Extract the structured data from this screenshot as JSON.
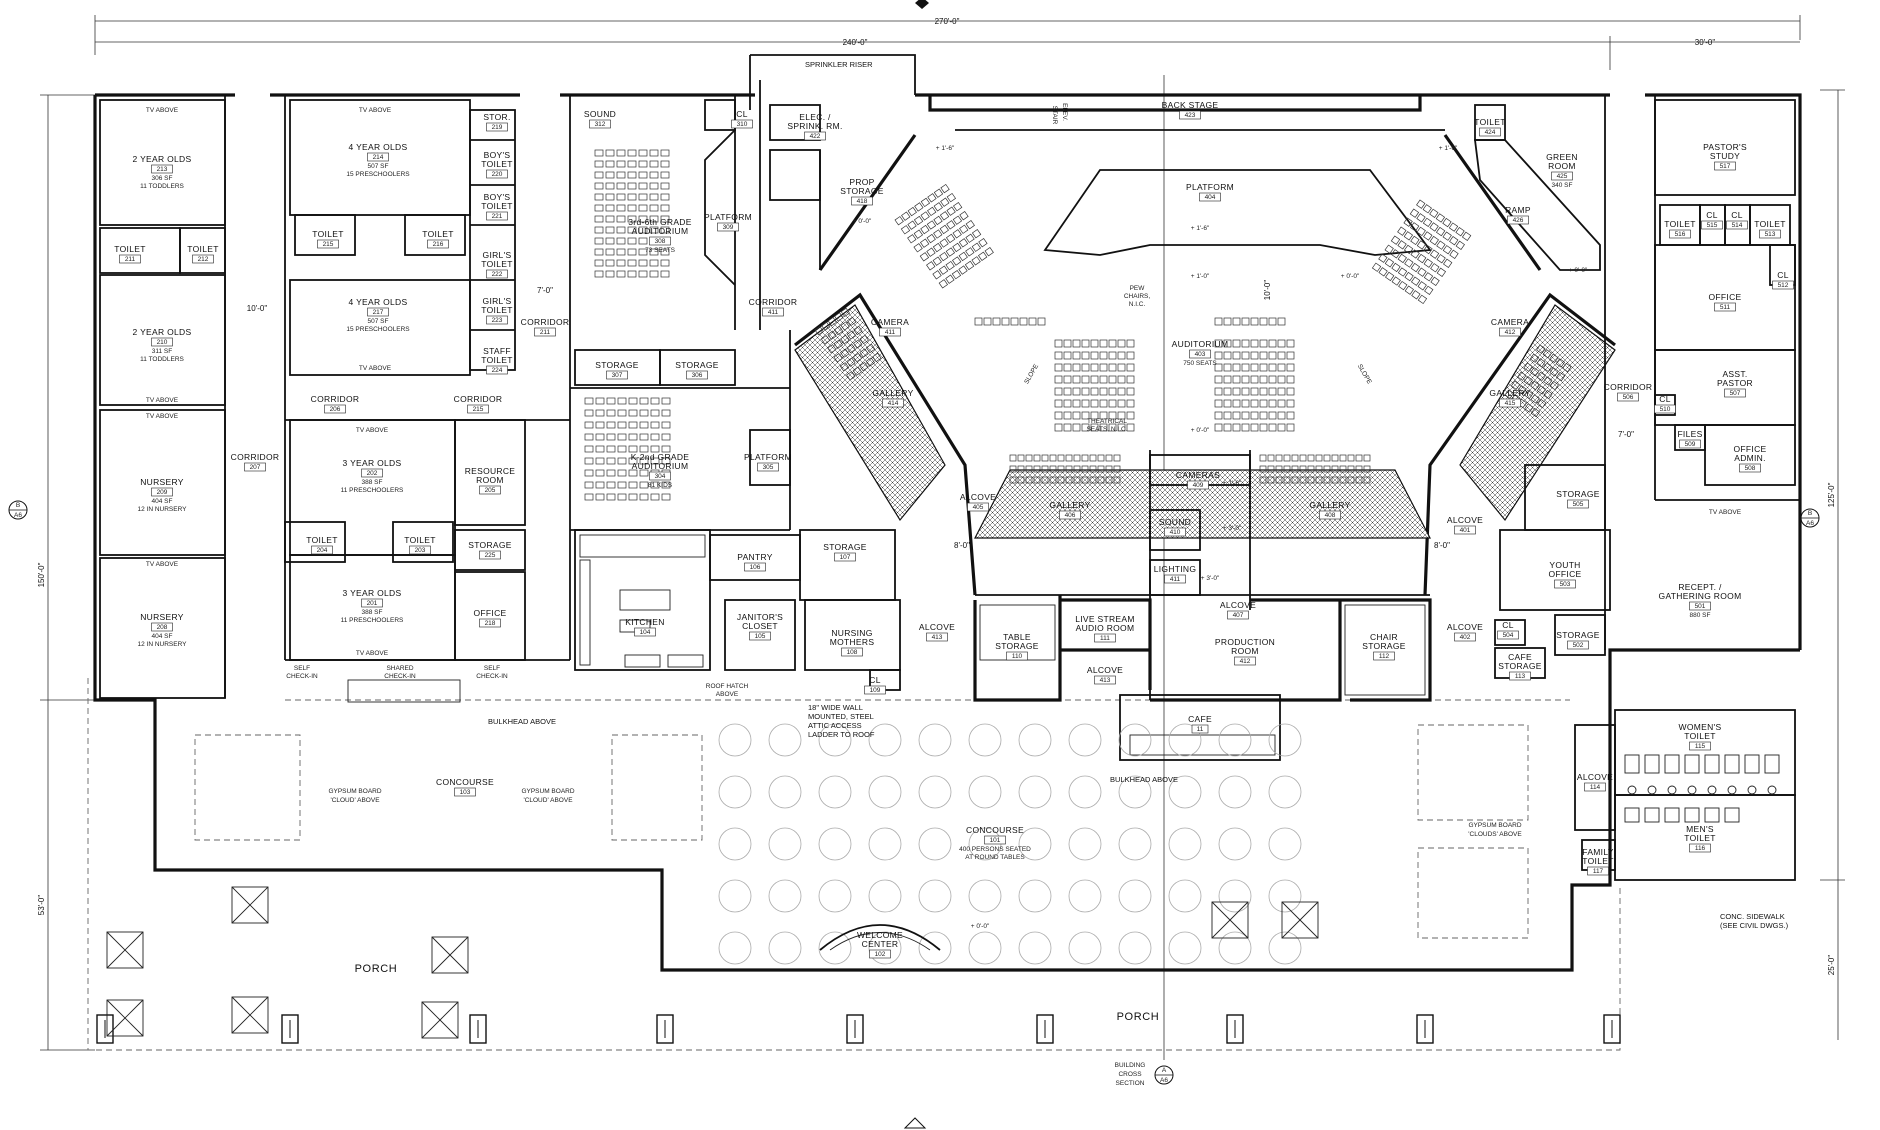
{
  "dimensions": {
    "overall": "270'-0\"",
    "main": "240'-0\"",
    "east": "30'-0\"",
    "left_height": "150'-0\"",
    "porch_depth": "53'-0\"",
    "right_height": "125'-0\"",
    "right_porch": "25'-0\""
  },
  "section_markers": {
    "left": {
      "letter": "B",
      "sheet": "A6"
    },
    "right": {
      "letter": "B",
      "sheet": "A6"
    },
    "bottom": {
      "letter": "A",
      "sheet": "A6"
    },
    "cross_section_label": [
      "BUILDING",
      "CROSS",
      "SECTION"
    ]
  },
  "elevations": [
    "+ 0'-0\"",
    "+ 1'-6\"",
    "+ 1'-6\"",
    "+ 1'-6\"",
    "+ 1'-0\"",
    "+ 0'-0\"",
    "+ 0'-0\"",
    "+ 1'-6\"",
    "+ 3'-0\"",
    "+ 3'-0\"",
    "+ 0'-0\"",
    "+ 0'-0\""
  ],
  "rooms": [
    {
      "id": "r1",
      "name": [
        "2 YEAR OLDS"
      ],
      "num": "213",
      "sub": [
        "306 SF",
        "11 TODDLERS"
      ]
    },
    {
      "id": "r2",
      "name": [
        "TOILET"
      ],
      "num": "211"
    },
    {
      "id": "r3",
      "name": [
        "TOILET"
      ],
      "num": "212"
    },
    {
      "id": "r4",
      "name": [
        "2 YEAR OLDS"
      ],
      "num": "210",
      "sub": [
        "311 SF",
        "11 TODDLERS"
      ]
    },
    {
      "id": "r5",
      "name": [
        "NURSERY"
      ],
      "num": "209",
      "sub": [
        "404 SF",
        "12 IN NURSERY"
      ]
    },
    {
      "id": "r6",
      "name": [
        "NURSERY"
      ],
      "num": "208",
      "sub": [
        "404 SF",
        "12 IN NURSERY"
      ]
    },
    {
      "id": "r7",
      "name": [
        "CORRIDOR"
      ],
      "num": "207"
    },
    {
      "id": "r8",
      "name": [
        "4 YEAR OLDS"
      ],
      "num": "214",
      "sub": [
        "507 SF",
        "15 PRESCHOOLERS"
      ]
    },
    {
      "id": "r9",
      "name": [
        "TOILET"
      ],
      "num": "215"
    },
    {
      "id": "r10",
      "name": [
        "TOILET"
      ],
      "num": "216"
    },
    {
      "id": "r11",
      "name": [
        "4 YEAR OLDS"
      ],
      "num": "217",
      "sub": [
        "507 SF",
        "15 PRESCHOOLERS"
      ]
    },
    {
      "id": "r12",
      "name": [
        "STOR."
      ],
      "num": "219"
    },
    {
      "id": "r13",
      "name": [
        "BOY'S",
        "TOILET"
      ],
      "num": "220"
    },
    {
      "id": "r14",
      "name": [
        "BOY'S",
        "TOILET"
      ],
      "num": "221"
    },
    {
      "id": "r15",
      "name": [
        "GIRL'S",
        "TOILET"
      ],
      "num": "222"
    },
    {
      "id": "r16",
      "name": [
        "GIRL'S",
        "TOILET"
      ],
      "num": "223"
    },
    {
      "id": "r17",
      "name": [
        "STAFF",
        "TOILET"
      ],
      "num": "224"
    },
    {
      "id": "r18",
      "name": [
        "CORRIDOR"
      ],
      "num": "211"
    },
    {
      "id": "r19",
      "name": [
        "CORRIDOR"
      ],
      "num": "206"
    },
    {
      "id": "r20",
      "name": [
        "CORRIDOR"
      ],
      "num": "215"
    },
    {
      "id": "r21",
      "name": [
        "3 YEAR OLDS"
      ],
      "num": "202",
      "sub": [
        "388 SF",
        "11 PRESCHOOLERS"
      ]
    },
    {
      "id": "r22",
      "name": [
        "TOILET"
      ],
      "num": "204"
    },
    {
      "id": "r23",
      "name": [
        "TOILET"
      ],
      "num": "203"
    },
    {
      "id": "r24",
      "name": [
        "3 YEAR OLDS"
      ],
      "num": "201",
      "sub": [
        "388 SF",
        "11 PRESCHOOLERS"
      ]
    },
    {
      "id": "r25",
      "name": [
        "RESOURCE",
        "ROOM"
      ],
      "num": "205"
    },
    {
      "id": "r26",
      "name": [
        "STORAGE"
      ],
      "num": "225"
    },
    {
      "id": "r27",
      "name": [
        "OFFICE"
      ],
      "num": "218"
    },
    {
      "id": "r28",
      "name": [
        "SOUND"
      ],
      "num": "312"
    },
    {
      "id": "r29",
      "name": [
        "3rd-6th GRADE",
        "AUDITORIUM"
      ],
      "num": "308",
      "sub": [
        "73 SEATS"
      ]
    },
    {
      "id": "r30",
      "name": [
        "PLATFORM"
      ],
      "num": "309"
    },
    {
      "id": "r31",
      "name": [
        "CL"
      ],
      "num": "310"
    },
    {
      "id": "r32",
      "name": [
        "STORAGE"
      ],
      "num": "307"
    },
    {
      "id": "r33",
      "name": [
        "STORAGE"
      ],
      "num": "306"
    },
    {
      "id": "r34",
      "name": [
        "K-2nd GRADE",
        "AUDITORIUM"
      ],
      "num": "304",
      "sub": [
        "81 KIDS"
      ]
    },
    {
      "id": "r35",
      "name": [
        "PLATFORM"
      ],
      "num": "305"
    },
    {
      "id": "r36",
      "name": [
        "PANTRY"
      ],
      "num": "106"
    },
    {
      "id": "r37",
      "name": [
        "KITCHEN"
      ],
      "num": "104"
    },
    {
      "id": "r38",
      "name": [
        "JANITOR'S",
        "CLOSET"
      ],
      "num": "105"
    },
    {
      "id": "r39",
      "name": [
        "CORRIDOR"
      ],
      "num": "411"
    },
    {
      "id": "r40",
      "name": [
        "ELEC. /",
        "SPRINK. RM."
      ],
      "num": "422"
    },
    {
      "id": "r41",
      "name": [
        "PROP",
        "STORAGE"
      ],
      "num": "418"
    },
    {
      "id": "r42",
      "name": [
        "BACK STAGE"
      ],
      "num": "423"
    },
    {
      "id": "r43",
      "name": [
        "PLATFORM"
      ],
      "num": "404"
    },
    {
      "id": "r44",
      "name": [
        "AUDITORIUM"
      ],
      "num": "403",
      "sub": [
        "750 SEATS"
      ]
    },
    {
      "id": "r45",
      "name": [
        "CAMERA"
      ],
      "num": "411"
    },
    {
      "id": "r46",
      "name": [
        "CAMERA"
      ],
      "num": "412"
    },
    {
      "id": "r47",
      "name": [
        "GALLERY"
      ],
      "num": "414"
    },
    {
      "id": "r48",
      "name": [
        "GALLERY"
      ],
      "num": "415"
    },
    {
      "id": "r49",
      "name": [
        "GALLERY"
      ],
      "num": "406"
    },
    {
      "id": "r50",
      "name": [
        "GALLERY"
      ],
      "num": "408"
    },
    {
      "id": "r51",
      "name": [
        "CAMERAS"
      ],
      "num": "409"
    },
    {
      "id": "r52",
      "name": [
        "SOUND"
      ],
      "num": "410"
    },
    {
      "id": "r53",
      "name": [
        "LIGHTING"
      ],
      "num": "411"
    },
    {
      "id": "r54",
      "name": [
        "ALCOVE"
      ],
      "num": "405"
    },
    {
      "id": "r55",
      "name": [
        "ALCOVE"
      ],
      "num": "407"
    },
    {
      "id": "r56",
      "name": [
        "ALCOVE"
      ],
      "num": "401"
    },
    {
      "id": "r57",
      "name": [
        "STORAGE"
      ],
      "num": "107"
    },
    {
      "id": "r58",
      "name": [
        "NURSING",
        "MOTHERS"
      ],
      "num": "108"
    },
    {
      "id": "r59",
      "name": [
        "CL"
      ],
      "num": "109"
    },
    {
      "id": "r60",
      "name": [
        "ALCOVE"
      ],
      "num": "413"
    },
    {
      "id": "r61",
      "name": [
        "TABLE",
        "STORAGE"
      ],
      "num": "110"
    },
    {
      "id": "r62",
      "name": [
        "LIVE STREAM",
        "AUDIO ROOM"
      ],
      "num": "111"
    },
    {
      "id": "r63",
      "name": [
        "ALCOVE"
      ],
      "num": "413"
    },
    {
      "id": "r64",
      "name": [
        "PRODUCTION",
        "ROOM"
      ],
      "num": "412"
    },
    {
      "id": "r65",
      "name": [
        "CHAIR",
        "STORAGE"
      ],
      "num": "112"
    },
    {
      "id": "r66",
      "name": [
        "ALCOVE"
      ],
      "num": "402"
    },
    {
      "id": "r67",
      "name": [
        "TOILET"
      ],
      "num": "424"
    },
    {
      "id": "r68",
      "name": [
        "GREEN",
        "ROOM"
      ],
      "num": "425",
      "sub": [
        "340 SF"
      ]
    },
    {
      "id": "r69",
      "name": [
        "RAMP"
      ],
      "num": "426"
    },
    {
      "id": "r70",
      "name": [
        "PASTOR'S",
        "STUDY"
      ],
      "num": "517"
    },
    {
      "id": "r71",
      "name": [
        "TOILET"
      ],
      "num": "516"
    },
    {
      "id": "r72",
      "name": [
        "CL"
      ],
      "num": "515"
    },
    {
      "id": "r73",
      "name": [
        "CL"
      ],
      "num": "514"
    },
    {
      "id": "r74",
      "name": [
        "TOILET"
      ],
      "num": "513"
    },
    {
      "id": "r75",
      "name": [
        "CL"
      ],
      "num": "512"
    },
    {
      "id": "r76",
      "name": [
        "OFFICE"
      ],
      "num": "511"
    },
    {
      "id": "r77",
      "name": [
        "CORRIDOR"
      ],
      "num": "506"
    },
    {
      "id": "r78",
      "name": [
        "CL"
      ],
      "num": "510"
    },
    {
      "id": "r79",
      "name": [
        "ASST.",
        "PASTOR"
      ],
      "num": "507"
    },
    {
      "id": "r80",
      "name": [
        "FILES"
      ],
      "num": "509"
    },
    {
      "id": "r81",
      "name": [
        "OFFICE",
        "ADMIN."
      ],
      "num": "508"
    },
    {
      "id": "r82",
      "name": [
        "STORAGE"
      ],
      "num": "505"
    },
    {
      "id": "r83",
      "name": [
        "YOUTH",
        "OFFICE"
      ],
      "num": "503"
    },
    {
      "id": "r84",
      "name": [
        "RECEPT. /",
        "GATHERING ROOM"
      ],
      "num": "501",
      "sub": [
        "880 SF"
      ]
    },
    {
      "id": "r85",
      "name": [
        "CL"
      ],
      "num": "504"
    },
    {
      "id": "r86",
      "name": [
        "STORAGE"
      ],
      "num": "502"
    },
    {
      "id": "r87",
      "name": [
        "CAFE",
        "STORAGE"
      ],
      "num": "113"
    },
    {
      "id": "r88",
      "name": [
        "CAFE"
      ],
      "num": "11"
    },
    {
      "id": "r89",
      "name": [
        "CONCOURSE"
      ],
      "num": "103"
    },
    {
      "id": "r90",
      "name": [
        "CONCOURSE"
      ],
      "num": "101",
      "sub": [
        "400 PERSONS SEATED",
        "AT ROUND TABLES"
      ]
    },
    {
      "id": "r91",
      "name": [
        "WELCOME",
        "CENTER"
      ],
      "num": "102"
    },
    {
      "id": "r92",
      "name": [
        "WOMEN'S",
        "TOILET"
      ],
      "num": "115"
    },
    {
      "id": "r93",
      "name": [
        "ALCOVE"
      ],
      "num": "114"
    },
    {
      "id": "r94",
      "name": [
        "MEN'S",
        "TOILET"
      ],
      "num": "116"
    },
    {
      "id": "r95",
      "name": [
        "FAMILY",
        "TOILET"
      ],
      "num": "117"
    }
  ],
  "labels": {
    "tv_above": "TV ABOVE",
    "porch": "PORCH",
    "self_checkin": [
      "SELF",
      "CHECK-IN"
    ],
    "shared_checkin": [
      "SHARED",
      "CHECK-IN"
    ],
    "bulkhead": "BULKHEAD ABOVE",
    "gypsum_cloud": [
      "GYPSUM BOARD",
      "'CLOUD' ABOVE"
    ],
    "gypsum_clouds": [
      "GYPSUM BOARD",
      "'CLOUDS' ABOVE"
    ],
    "sprinkler_riser": "SPRINKLER RISER",
    "pew_chairs": [
      "PEW",
      "CHAIRS,",
      "N.I.C."
    ],
    "theatrical_seats": [
      "THEATRICAL",
      "SEATS, N.I.C."
    ],
    "roof_hatch": [
      "ROOF HATCH",
      "ABOVE"
    ],
    "ladder_note": [
      "18\" WIDE WALL",
      "MOUNTED, STEEL",
      "ATTIC ACCESS",
      "LADDER TO ROOF"
    ],
    "sidewalk": [
      "CONC. SIDEWALK",
      "(SEE CIVIL DWGS.)"
    ],
    "elevated_stair": [
      "ELEV.",
      "STAIR"
    ],
    "slope": "SLOPE",
    "dim_10": "10'-0\"",
    "dim_7": "7'-0\"",
    "dim_10v": "10'-0\"",
    "dim_8a": "8'-0\"",
    "dim_8b": "8'-0\"",
    "dim_7b": "7'-0\""
  }
}
